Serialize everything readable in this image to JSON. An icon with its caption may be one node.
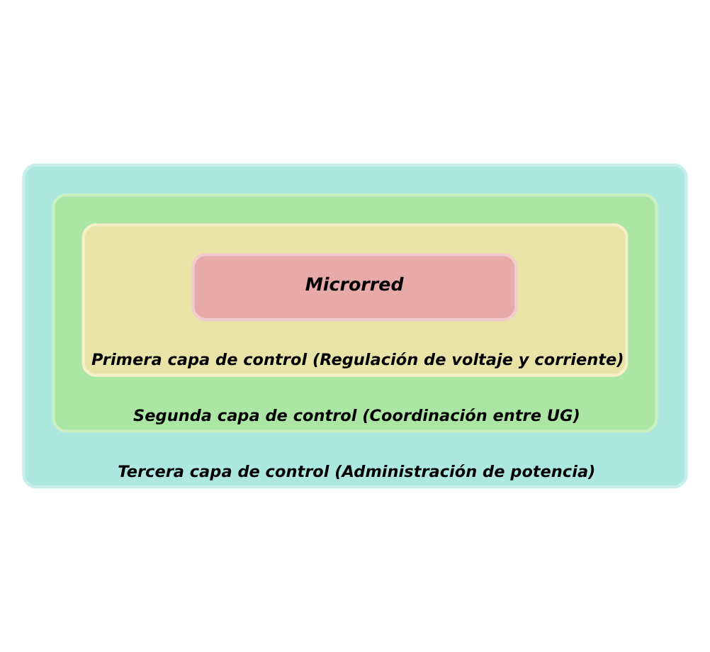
{
  "diagram": {
    "nodes": [
      {
        "text": [
          "Tercera capa de control (Administración de potencia)"
        ]
      },
      {
        "text": [
          "Segunda capa de control (Coordinación entre UG)"
        ],
        "in": 0
      },
      {
        "text": [
          "Primera capa de control (Regulación de voltaje y corriente)"
        ],
        "in": 1
      },
      {
        "text": [
          "Microrred"
        ],
        "in": 2
      }
    ],
    "edges": []
  }
}
